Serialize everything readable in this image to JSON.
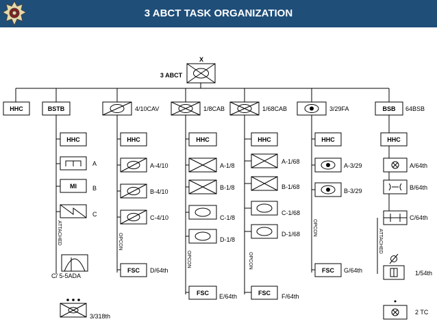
{
  "header": {
    "title": "3 ABCT TASK ORGANIZATION",
    "color": "#1f4e79"
  },
  "top": {
    "echelon": "X",
    "label": "3 ABCT"
  },
  "battalions": {
    "hhc": "HHC",
    "bstb": "BSTB",
    "cav": "4/10CAV",
    "cab1": "1/8CAB",
    "cab2": "1/68CAB",
    "fa": "3/29FA",
    "bsb": "BSB",
    "bsb_name": "64BSB"
  },
  "columns": {
    "bstb": {
      "hhc": "HHC",
      "a": "A",
      "mi": "MI",
      "b": "B",
      "c": "C",
      "attached": "ATTACHED",
      "ada": "C/ 5-5ADA",
      "eng": "3/318th"
    },
    "cav": {
      "hhc": "HHC",
      "t1": "A-4/10",
      "t2": "B-4/10",
      "t3": "C-4/10",
      "opcon": "OPCON",
      "fsc": "FSC",
      "fsc_label": "D/64th"
    },
    "cab1": {
      "hhc": "HHC",
      "t1": "A-1/8",
      "t2": "B-1/8",
      "t3": "C-1/8",
      "t4": "D-1/8",
      "opcon": "OPCON",
      "fsc": "FSC",
      "fsc_label": "E/64th"
    },
    "cab2": {
      "hhc": "HHC",
      "t1": "A-1/68",
      "t2": "B-1/68",
      "t3": "C-1/68",
      "t4": "D-1/68",
      "opcon": "OPCON",
      "fsc": "FSC",
      "fsc_label": "F/64th"
    },
    "fa": {
      "hhc": "HHC",
      "t1": "A-3/29",
      "t2": "B-3/29",
      "opcon": "OPCON",
      "fsc": "FSC",
      "fsc_label": "G/64th"
    },
    "bsb": {
      "hhc": "HHC",
      "a": "A/64th",
      "b": "B/64th",
      "c": "C/64th",
      "attached": "ATTACHED",
      "u1": "1/54th",
      "u2": "2 TC"
    }
  }
}
